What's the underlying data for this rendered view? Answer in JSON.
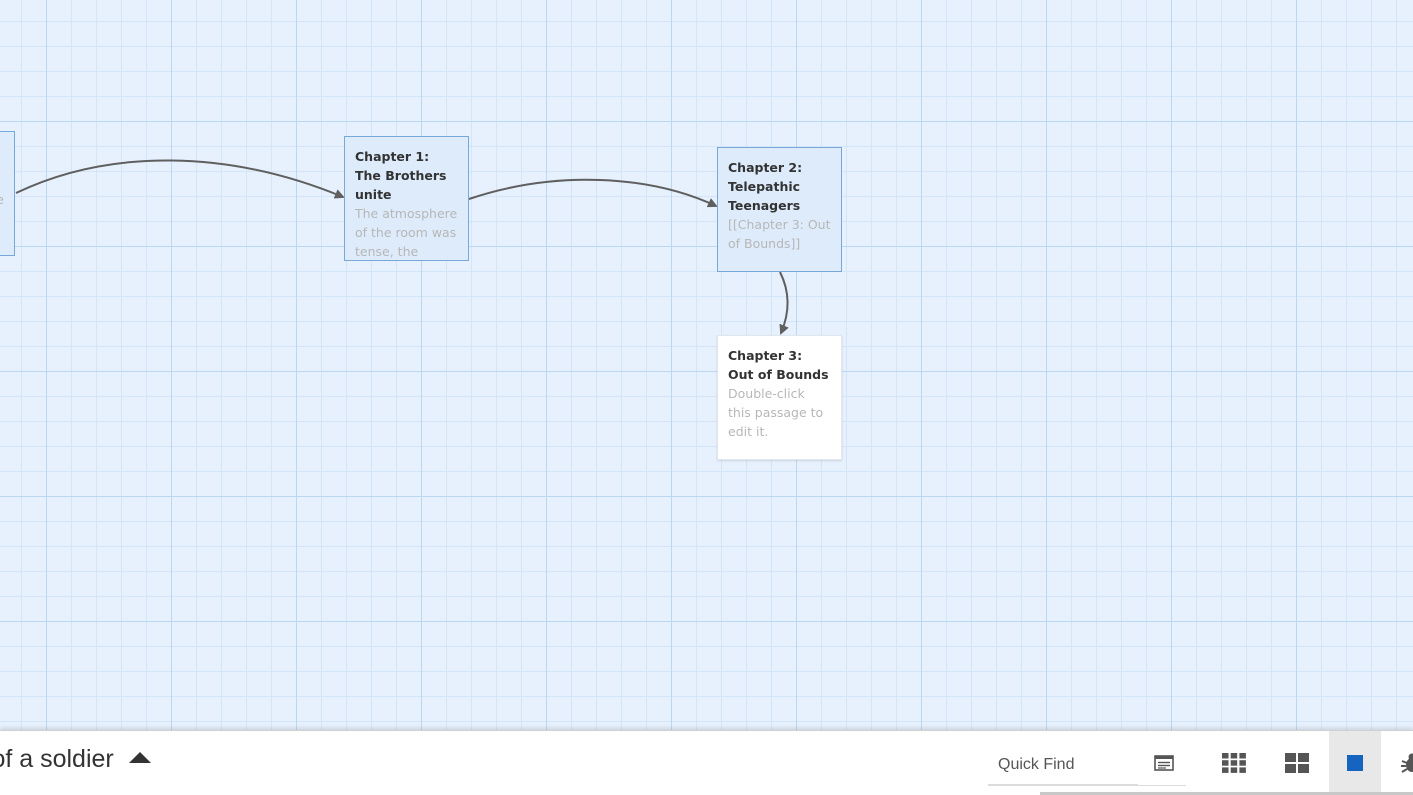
{
  "passages": [
    {
      "id": "start",
      "title": "",
      "excerpt": "e",
      "selected": true
    },
    {
      "id": "ch1",
      "title": "Chapter 1: The Brothers unite",
      "excerpt": "The atmosphere of the room was tense, the",
      "selected": true
    },
    {
      "id": "ch2",
      "title": "Chapter 2: Telepathic Teenagers",
      "excerpt": "[[Chapter 3: Out of Bounds]]",
      "selected": true
    },
    {
      "id": "ch3",
      "title": "Chapter 3: Out of Bounds",
      "excerpt": "Double-click this passage to edit it.",
      "selected": false
    }
  ],
  "toolbar": {
    "story_title": "v of a soldier",
    "quick_find_placeholder": "Quick Find"
  },
  "icons": {
    "story_menu": "caret-up-icon",
    "highlight_toggle": "text-list-icon",
    "zoom_small": "grid-9-icon",
    "zoom_medium": "grid-4-icon",
    "zoom_large": "square-icon",
    "debug": "bug-icon"
  },
  "colors": {
    "canvas_bg": "#e6f1fd",
    "selected_passage_bg": "#ddebfb",
    "selected_passage_border": "#78a7d9",
    "arrow": "#5f5f5f",
    "zoom_active": "#1565c0",
    "icon": "#555555"
  }
}
